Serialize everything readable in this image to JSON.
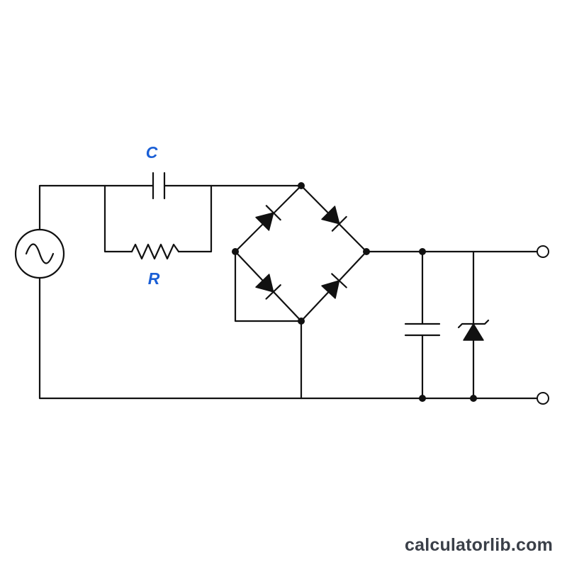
{
  "diagram": {
    "capacitor_label": "C",
    "resistor_label": "R",
    "label_color": "#1a5fd6",
    "line_color": "#111111",
    "components": [
      "ac-source-icon",
      "series-capacitor",
      "series-resistor",
      "bridge-rectifier-diodes",
      "smoothing-capacitor",
      "zener-diode",
      "output-terminals"
    ]
  },
  "watermark": {
    "text": "calculatorlib.com"
  }
}
